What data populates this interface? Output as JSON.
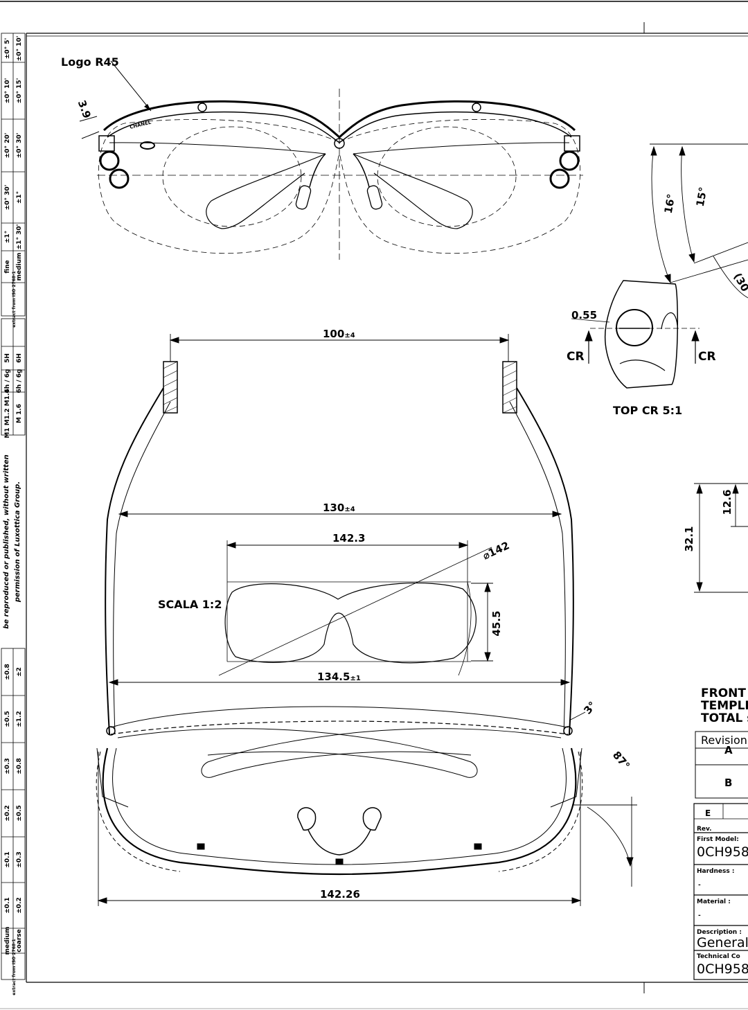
{
  "tolerance_table_top": {
    "col_a": [
      "±0° 5'",
      "±0° 10'",
      "±0° 20'",
      "±0° 30'",
      "±1°"
    ],
    "col_b": [
      "±0° 10'",
      "±0° 15'",
      "±0° 30'",
      "±1°",
      "±1° 30'"
    ],
    "grade_fine": "fine",
    "grade_medium": "medium",
    "source": "extract from ISO 2768-1"
  },
  "thread_table": {
    "sizes_a": "M1 M1.2 M1.4",
    "sizes_b": "M 1.6",
    "tol_a1": "6h / 6g",
    "tol_a2": "5H",
    "tol_b1": "6h / 6g",
    "tol_b2": "6H"
  },
  "copyright": {
    "line1": "be reproduced or published, without written",
    "line2": "permission of Luxottica Group."
  },
  "tolerance_table_bottom": {
    "row_medium": [
      "±0.8",
      "±0.5",
      "±0.3",
      "±0.2",
      "±0.1",
      "±0.1"
    ],
    "row_coarse": [
      "±2",
      "±1.2",
      "±0.8",
      "±0.5",
      "±0.3",
      "±0.2"
    ],
    "grade_medium": "medium",
    "grade_coarse": "coarse",
    "source": "extract from ISO 2768-1"
  },
  "annotations": {
    "logo": "Logo R45",
    "logo_dim": "3.9",
    "brand": "CHANEL",
    "top_width": "100",
    "top_width_tol": "±4",
    "mid_width": "130",
    "mid_width_tol": "±4",
    "lens_width": "142.3",
    "lens_diameter": "142",
    "lens_height": "45.5",
    "scale_label": "SCALA 1:2",
    "front_width": "134.5",
    "front_width_tol": "±1",
    "overall_width": "142.26",
    "pantoscopic": "3°",
    "wrap_angle": "87°",
    "angle_16": "16°",
    "angle_15": "15°",
    "angle_30": "(30",
    "detail_dim": "0.55",
    "section_left": "CR",
    "section_right": "CR",
    "detail_caption": "TOP CR 5:1",
    "height_outer": "32.1",
    "height_inner": "12.6"
  },
  "side_notes": [
    "FRONT s",
    "TEMPLE",
    "TOTAL s"
  ],
  "revision_table": {
    "header": "Revision",
    "rows": [
      "A",
      "B"
    ]
  },
  "title_block": {
    "rev_value": "E",
    "rev_label": "Rev.",
    "first_model_label": "First Model:",
    "first_model_value": "0CH958",
    "hardness_label": "Hardness :",
    "hardness_value": "-",
    "material_label": "Material :",
    "material_value": "-",
    "description_label": "Description :",
    "description_value": "General",
    "technical_code_label": "Technical Co",
    "technical_code_value": "0CH958"
  }
}
